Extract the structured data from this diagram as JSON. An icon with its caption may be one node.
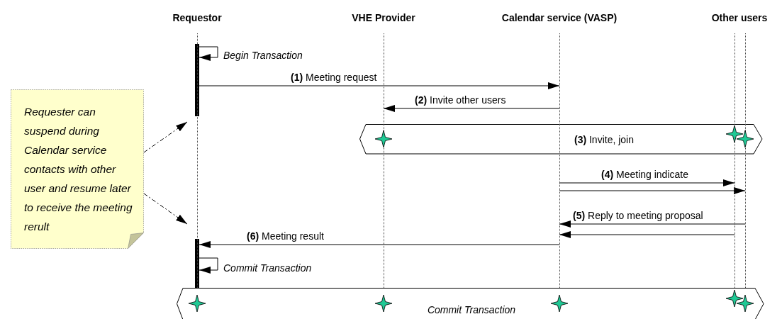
{
  "diagram": {
    "nodes": [
      {
        "text": [
          "Requestor"
        ]
      },
      {
        "text": [
          "VHE Provider"
        ]
      },
      {
        "text": [
          "Calendar service (VASP)"
        ]
      },
      {
        "text": [
          "Other users"
        ]
      },
      {
        "text": [],
        "shape": "line"
      },
      {
        "text": [],
        "shape": "line"
      },
      {
        "text": [],
        "shape": "line"
      },
      {
        "text": [],
        "shape": "line"
      },
      {
        "text": [],
        "shape": "line"
      },
      {
        "text": [],
        "shape": "bar"
      },
      {
        "text": [
          "Requester can suspend during Calendar service contacts with other user and resume later to receive the meeting rerult"
        ]
      },
      {
        "text": [
          "**(3)** Invite, join"
        ]
      },
      {
        "text": [],
        "shape": "bar"
      },
      {
        "text": [
          "Commit Transaction"
        ]
      }
    ],
    "edges": [
      {
        "from": 9,
        "to": 9,
        "arrow": "to",
        "label": "Begin Transaction"
      },
      {
        "from": 9,
        "to": 6,
        "arrow": "to",
        "label": "**(1)** Meeting request"
      },
      {
        "from": 6,
        "to": 5,
        "arrow": "to",
        "label": "**(2)** Invite other users"
      },
      {
        "from": 6,
        "to": 7,
        "arrow": "to",
        "label": "**(4)** Meeting indicate"
      },
      {
        "from": 6,
        "to": 8,
        "arrow": "to"
      },
      {
        "from": 8,
        "to": 6,
        "arrow": "to",
        "label": "**(5)** Reply to meeting proposal"
      },
      {
        "from": 7,
        "to": 6,
        "arrow": "to"
      },
      {
        "from": 6,
        "to": 12,
        "arrow": "to",
        "label": "**(6)** Meeting result"
      },
      {
        "from": 12,
        "to": 12,
        "arrow": "to",
        "label": "Commit Transaction"
      },
      {
        "from": 10,
        "to": 4,
        "arrow": "to",
        "style": "dashed"
      },
      {
        "from": 10,
        "to": 4,
        "arrow": "to",
        "style": "dashed"
      }
    ]
  }
}
